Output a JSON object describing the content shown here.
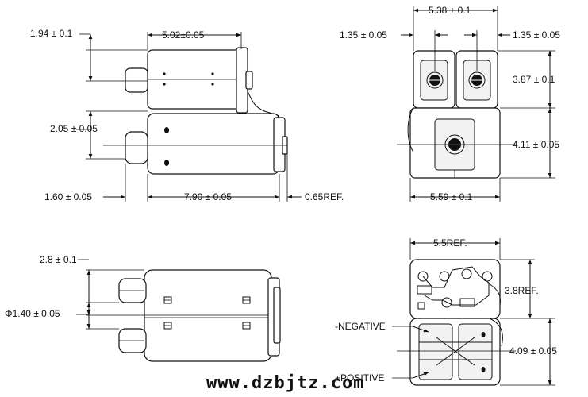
{
  "dimensions": {
    "top_left_height": "1.94 ± 0.1",
    "top_left_width": "5.02±0.05",
    "mid_left_height": "2.05 ± 0.05",
    "bottom_left_terminal": "1.60 ± 0.05",
    "bottom_left_length": "7.90 ± 0.05",
    "bottom_left_ref": "0.65REF.",
    "top_right_width": "5.38 ± 0.1",
    "top_right_left_offset": "1.35 ± 0.05",
    "top_right_right_offset": "1.35 ± 0.05",
    "top_right_upper_height": "3.87 ± 0.1",
    "top_right_lower_height": "4.11 ± 0.05",
    "top_right_base_width": "5.59 ± 0.1",
    "lower_left_height": "2.8 ± 0.1",
    "lower_left_diameter": "Φ1.40 ± 0.05",
    "lower_right_width": "5.5REF.",
    "lower_right_height": "3.8REF.",
    "lower_right_lower_height": "4.09 ± 0.05"
  },
  "labels": {
    "negative": "-NEGATIVE",
    "positive": "+POSITIVE"
  },
  "watermark": "www.dzbjtz.com"
}
